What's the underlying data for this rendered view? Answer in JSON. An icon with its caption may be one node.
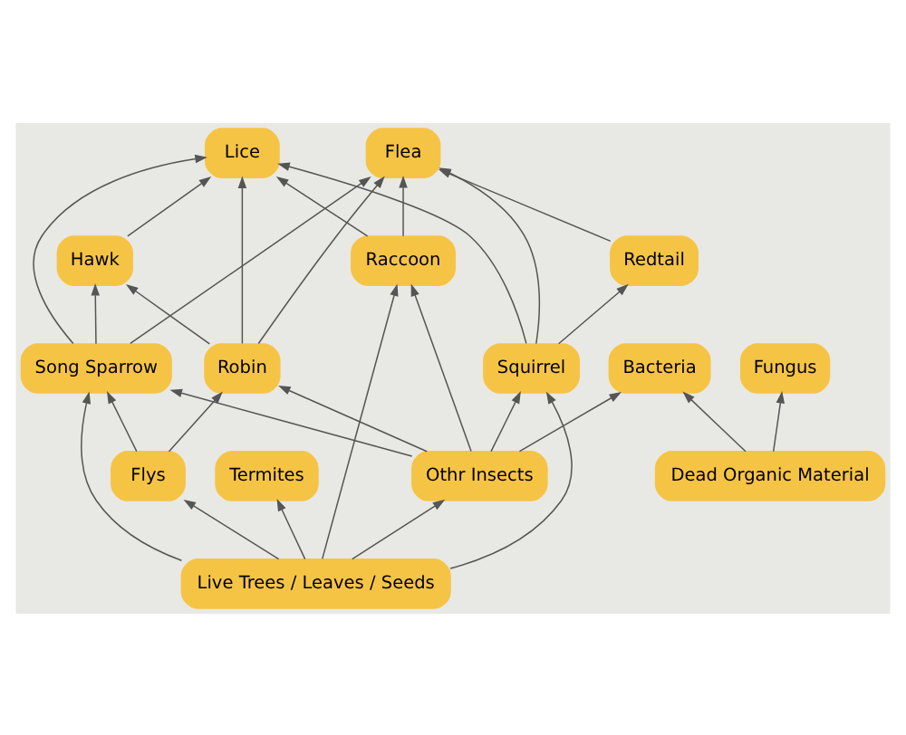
{
  "diagram": {
    "nodes": [
      {
        "text": [
          "Flea"
        ]
      },
      {
        "text": [
          "Lice"
        ]
      },
      {
        "text": [
          "Redtail"
        ]
      },
      {
        "text": [
          "Hawk"
        ]
      },
      {
        "text": [
          "Squirrel"
        ]
      },
      {
        "text": [
          "Raccoon"
        ]
      },
      {
        "text": [
          "Robin"
        ]
      },
      {
        "text": [
          "Song Sparrow"
        ]
      },
      {
        "text": [
          "Fungus"
        ]
      },
      {
        "text": [
          "Flys"
        ]
      },
      {
        "text": [
          "Bacteria"
        ]
      },
      {
        "text": [
          "Termites"
        ]
      },
      {
        "text": [
          "Othr Insects"
        ]
      },
      {
        "text": [
          "Dead Organic Material"
        ]
      },
      {
        "text": [
          "Live Trees / Leaves / Seeds"
        ]
      }
    ],
    "edges": [
      {
        "from": 4,
        "to": 0,
        "arrow": "to"
      },
      {
        "from": 4,
        "to": 2,
        "arrow": "to"
      },
      {
        "from": 5,
        "to": 0,
        "arrow": "to"
      },
      {
        "from": 2,
        "to": 0,
        "arrow": "to"
      },
      {
        "from": 6,
        "to": 0,
        "arrow": "to"
      },
      {
        "from": 7,
        "to": 0,
        "arrow": "to"
      },
      {
        "from": 3,
        "to": 1,
        "arrow": "to"
      },
      {
        "from": 5,
        "to": 1,
        "arrow": "to"
      },
      {
        "from": 6,
        "to": 1,
        "arrow": "to"
      },
      {
        "from": 4,
        "to": 1,
        "arrow": "to"
      },
      {
        "from": 7,
        "to": 1,
        "arrow": "to"
      },
      {
        "from": 6,
        "to": 3,
        "arrow": "to"
      },
      {
        "from": 7,
        "to": 3,
        "arrow": "to"
      },
      {
        "from": 12,
        "to": 4,
        "arrow": "to"
      },
      {
        "from": 14,
        "to": 4,
        "arrow": "to"
      },
      {
        "from": 12,
        "to": 5,
        "arrow": "to"
      },
      {
        "from": 14,
        "to": 5,
        "arrow": "to"
      },
      {
        "from": 12,
        "to": 6,
        "arrow": "to"
      },
      {
        "from": 9,
        "to": 6,
        "arrow": "to"
      },
      {
        "from": 9,
        "to": 7,
        "arrow": "to"
      },
      {
        "from": 14,
        "to": 7,
        "arrow": "to"
      },
      {
        "from": 12,
        "to": 7,
        "arrow": "to"
      },
      {
        "from": 14,
        "to": 9,
        "arrow": "to"
      },
      {
        "from": 14,
        "to": 11,
        "arrow": "to"
      },
      {
        "from": 14,
        "to": 12,
        "arrow": "to"
      },
      {
        "from": 12,
        "to": 10,
        "arrow": "to"
      },
      {
        "from": 13,
        "to": 8,
        "arrow": "to"
      },
      {
        "from": 13,
        "to": 10,
        "arrow": "to"
      }
    ]
  }
}
